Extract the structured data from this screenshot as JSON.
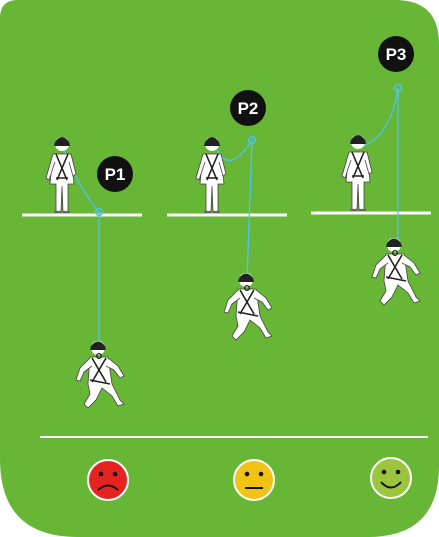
{
  "colors": {
    "background": "#67b635",
    "rope": "#4fc3e8",
    "figure": "#ffffff",
    "badge": "#111111",
    "sad": "#e52321",
    "neutral": "#f2c314",
    "happy": "#9bc53d"
  },
  "positions": [
    {
      "label": "P1"
    },
    {
      "label": "P2"
    },
    {
      "label": "P3"
    }
  ],
  "ratings": [
    {
      "icon": "sad-face-icon"
    },
    {
      "icon": "neutral-face-icon"
    },
    {
      "icon": "happy-face-icon"
    }
  ]
}
